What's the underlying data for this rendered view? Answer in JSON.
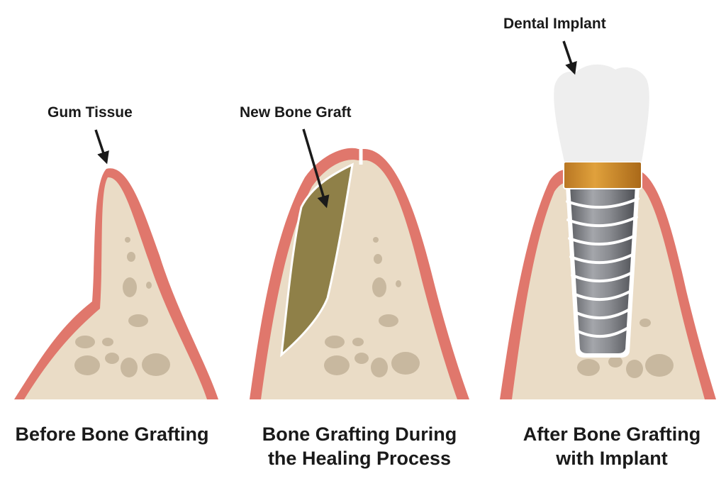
{
  "panels": [
    {
      "callout": "Gum Tissue",
      "caption_line1": "Before Bone Grafting",
      "caption_line2": ""
    },
    {
      "callout": "New Bone Graft",
      "caption_line1": "Bone Grafting During",
      "caption_line2": "the Healing Process"
    },
    {
      "callout": "Dental Implant",
      "caption_line1": "After Bone Grafting",
      "caption_line2": "with Implant"
    }
  ],
  "colors": {
    "gum": "#e0776c",
    "bone": "#eadcc6",
    "bone_spots": "#c8b89f",
    "graft": "#8f8048",
    "crown": "#eeeeee",
    "abutment": "#d9952e",
    "screw": "#8d8f94",
    "text": "#1a1a1a"
  }
}
